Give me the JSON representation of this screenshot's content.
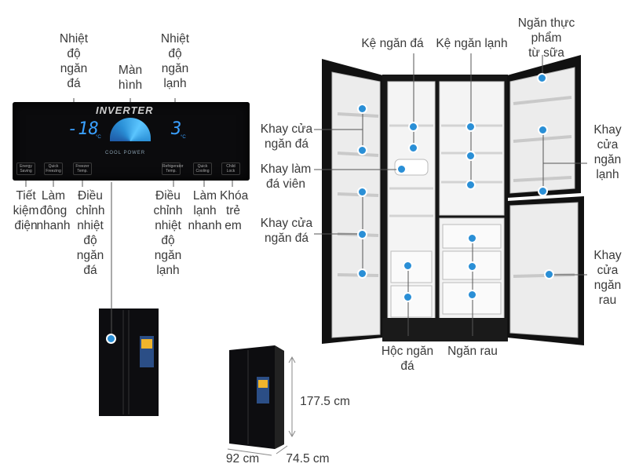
{
  "panel": {
    "brand": "INVERTER",
    "freezer_display": "-18",
    "fridge_display": "3",
    "unit": "°C",
    "mode_text": "COOL POWER",
    "buttons": [
      "Energy Saving",
      "Quick Freezing",
      "Freezer Temp.",
      "Refrigerator Temp.",
      "Quick Cooling",
      "Child Lock"
    ]
  },
  "labels": {
    "freezer_temp": "Nhiệt\nđộ\nngăn\nđá",
    "screen": "Màn\nhình",
    "fridge_temp": "Nhiệt\nđộ\nngăn\nlạnh",
    "energy_saving": "Tiết\nkiệm\nđiện",
    "quick_freeze": "Làm\nđông\nnhanh",
    "adjust_freezer": "Điều\nchỉnh\nnhiệt\nđộ\nngăn\nđá",
    "adjust_fridge": "Điều\nchỉnh\nnhiệt\nđộ\nngăn\nlạnh",
    "quick_cool": "Làm\nlạnh\nnhanh",
    "child_lock": "Khóa\ntrẻ\nem",
    "freezer_shelf": "Kệ ngăn đá",
    "fridge_shelf": "Kệ ngăn lạnh",
    "dairy": "Ngăn thực phẩm\ntừ sữa",
    "freezer_door_tray_1": "Khay cửa\nngăn đá",
    "ice_maker": "Khay làm\nđá viên",
    "freezer_door_tray_2": "Khay cửa\nngăn đá",
    "fridge_door_tray": "Khay\ncửa\nngăn\nlạnh",
    "vegetable_door_tray": "Khay\ncửa\nngăn\nrau",
    "freezer_drawer": "Hộc ngăn\nđá",
    "vegetable_drawer": "Ngăn rau"
  },
  "dimensions": {
    "height": "177.5 cm",
    "width": "92 cm",
    "depth": "74.5 cm"
  },
  "colors": {
    "accent": "#2a8fd6",
    "display": "#3aa0ff"
  }
}
